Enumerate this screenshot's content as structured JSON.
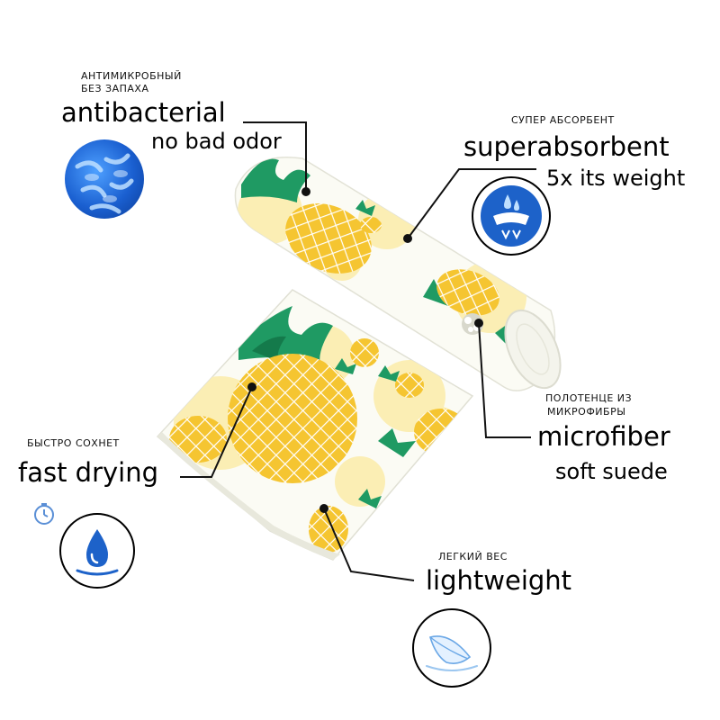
{
  "features": {
    "antibacterial": {
      "ru": "АНТИМИКРОБНЫЙ",
      "ru2": "БЕЗ ЗАПАХА",
      "title": "antibacterial",
      "subtitle": "no bad odor",
      "icon": "bacteria-icon"
    },
    "superabsorbent": {
      "ru": "СУПЕР АБСОРБЕНТ",
      "title": "superabsorbent",
      "subtitle": "5x its weight",
      "icon": "water-absorb-icon"
    },
    "microfiber": {
      "ru": "ПОЛОТЕНЦЕ ИЗ",
      "ru2": "МИКРОФИБРЫ",
      "title": "microfiber",
      "subtitle": "soft suede"
    },
    "fast_drying": {
      "ru": "БЫСТРО СОХНЕТ",
      "title": "fast drying",
      "icon": "water-drop-icon",
      "timer_icon": "stopwatch-icon"
    },
    "lightweight": {
      "ru": "ЛЕГКИЙ ВЕС",
      "title": "lightweight",
      "icon": "feather-icon"
    }
  },
  "colors": {
    "pineapple": "#f5c531",
    "pineapple_dark": "#e6a817",
    "leaf": "#1f9a63",
    "leaf_dark": "#147a4b",
    "circle": "#fbeeb4",
    "towel": "#fbfbf4",
    "icon_blue": "#1d62c9"
  }
}
